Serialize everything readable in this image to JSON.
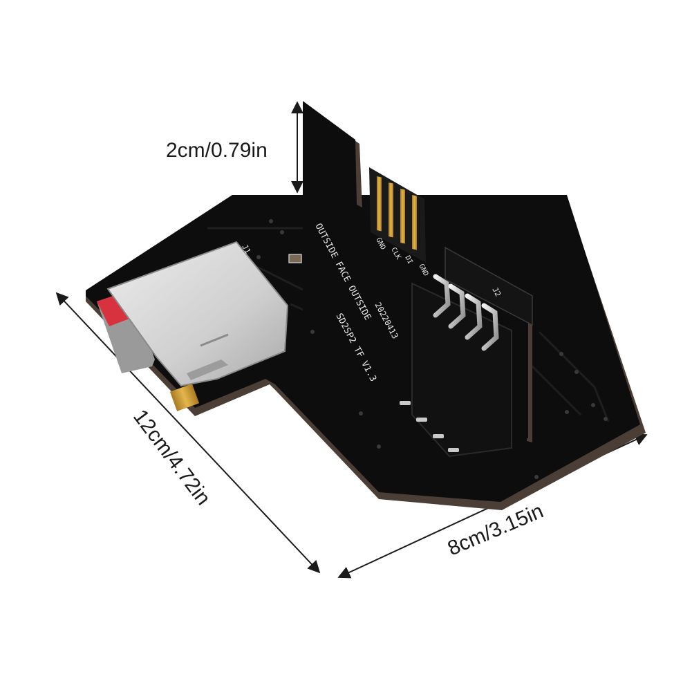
{
  "dimensions": {
    "height_label": "2cm/0.79in",
    "length_label": "12cm/4.72in",
    "width_label": "8cm/3.15in"
  },
  "board": {
    "model": "SD2SP2 TF V1.3",
    "date_code": "20220413",
    "face_text": "OUTSIDE FACE OUTSIDE",
    "j1": "J1",
    "j2": "J2",
    "pins": [
      "GND",
      "CLK",
      "DI",
      "GND"
    ]
  },
  "colors": {
    "pcb": "#0d0d0d",
    "pcb_edge": "#4a3e36",
    "gold": "#c99a34",
    "metal": "#d4d4d4",
    "sd_red": "#d8323e",
    "arrow": "#1a1a1a"
  }
}
